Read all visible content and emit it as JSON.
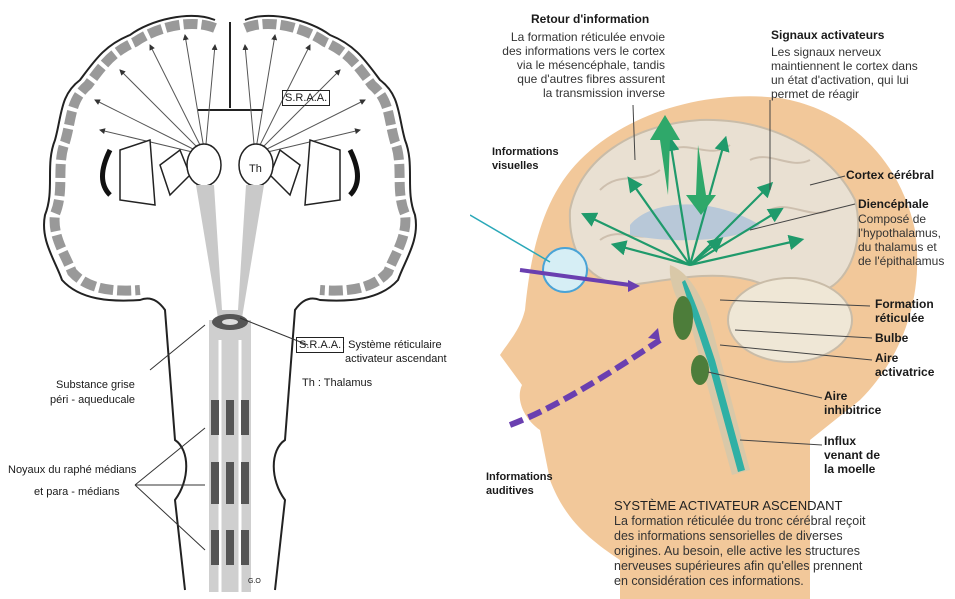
{
  "left": {
    "sraa_box": "S.R.A.A.",
    "th_label": "Th",
    "legend_sraa_key": "S.R.A.A.",
    "legend_sraa_text_1": ": Système réticulaire",
    "legend_sraa_text_2": "activateur ascendant",
    "legend_th": "Th : Thalamus",
    "substance_1": "Substance grise",
    "substance_2": "péri - aqueducale",
    "noyaux_1": "Noyaux du raphé médians",
    "noyaux_2": "et para - médians",
    "signature": "G.O"
  },
  "right": {
    "retour_title": "Retour d'information",
    "retour_lines": [
      "La formation réticulée envoie",
      "des informations vers le cortex",
      "via le mésencéphale, tandis",
      "que d'autres fibres assurent",
      "la transmission inverse"
    ],
    "signaux_title": "Signaux activateurs",
    "signaux_lines": [
      "Les signaux nerveux",
      "maintiennent le cortex dans",
      "un état d'activation, qui lui",
      "permet de réagir"
    ],
    "visuelles_1": "Informations",
    "visuelles_2": "visuelles",
    "cortex": "Cortex cérébral",
    "diencephale_title": "Diencéphale",
    "diencephale_lines": [
      "Composé de",
      "l'hypothalamus,",
      "du thalamus et",
      "de l'épithalamus"
    ],
    "formation_1": "Formation",
    "formation_2": "réticulée",
    "bulbe": "Bulbe",
    "activatrice_1": "Aire",
    "activatrice_2": "activatrice",
    "inhibitrice_1": "Aire",
    "inhibitrice_2": "inhibitrice",
    "influx_1": "Influx",
    "influx_2": "venant de",
    "influx_3": "la moelle",
    "auditives_1": "Informations",
    "auditives_2": "auditives",
    "systeme_title": "SYSTÈME ACTIVATEUR ASCENDANT",
    "systeme_lines": [
      "La formation réticulée du tronc cérébral reçoit",
      "des informations sensorielles de diverses",
      "origines. Au besoin, elle active les structures",
      "nerveuses supérieures afin qu'elles prennent",
      "en considération ces informations."
    ]
  },
  "colors": {
    "green": "#1f9a6b",
    "purple": "#6a3fb0",
    "head": "#f2c89a",
    "grey": "#bbbbbb"
  }
}
